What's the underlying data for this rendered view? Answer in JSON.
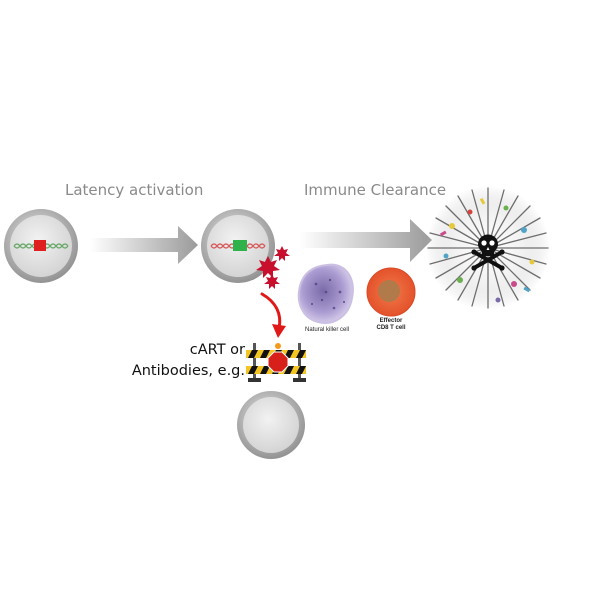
{
  "steps": {
    "latency_activation": "Latency activation",
    "immune_clearance": "Immune Clearance"
  },
  "treatment": {
    "line1": "cART or",
    "line2": "Antibodies, e.g."
  },
  "immune_cells": {
    "nk_label": "Natural killer cell",
    "cd8_label_line1": "Effector",
    "cd8_label_line2": "CD8 T cell"
  },
  "colors": {
    "provirus_latent": "#e02020",
    "provirus_active": "#2fb24a",
    "dna_helix": "#d65a5a",
    "virion": "#c8102e",
    "branch_arrow": "#e01818",
    "cd8_cell": "#e8542a",
    "cd8_nucleus": "#b07a4a",
    "nk_cell": "#a99ad0"
  },
  "icons": {
    "stop_sign": "stop-barricade-icon",
    "dead_cell": "skull-crossbones-icon"
  }
}
